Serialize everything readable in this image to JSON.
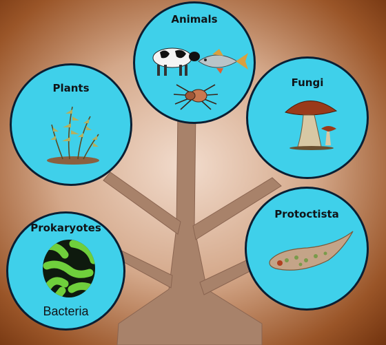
{
  "nodes": {
    "animals": {
      "label": "Animals"
    },
    "plants": {
      "label": "Plants"
    },
    "fungi": {
      "label": "Fungi"
    },
    "prokaryotes": {
      "label": "Prokaryotes",
      "example": "Bacteria"
    },
    "protoctista": {
      "label": "Protoctista"
    }
  },
  "colors": {
    "circle_fill": "#3fd0ea",
    "circle_border": "#0a1f33",
    "trunk": "#a8826a",
    "bg_dark": "#7a3a12",
    "bg_light": "#efd6c4"
  }
}
